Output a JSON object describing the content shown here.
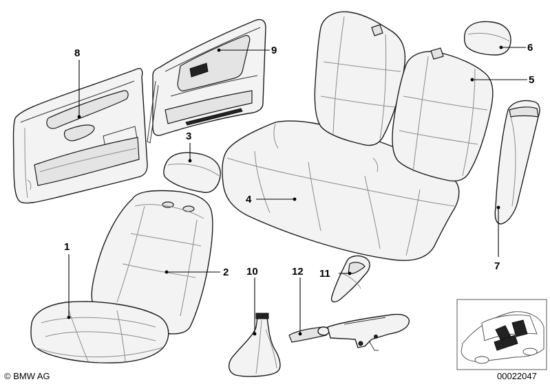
{
  "callouts": [
    {
      "id": "1",
      "label": "1"
    },
    {
      "id": "2",
      "label": "2"
    },
    {
      "id": "3",
      "label": "3"
    },
    {
      "id": "4",
      "label": "4"
    },
    {
      "id": "5",
      "label": "5"
    },
    {
      "id": "6",
      "label": "6"
    },
    {
      "id": "7",
      "label": "7"
    },
    {
      "id": "8",
      "label": "8"
    },
    {
      "id": "9",
      "label": "9"
    },
    {
      "id": "10",
      "label": "10"
    },
    {
      "id": "11",
      "label": "11"
    },
    {
      "id": "12",
      "label": "12"
    }
  ],
  "footer": {
    "copyright": "© BMW AG",
    "diagram_number": "00022047"
  }
}
